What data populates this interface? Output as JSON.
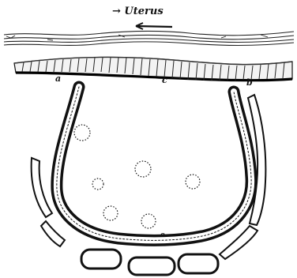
{
  "header": {
    "text": "→ Uterus"
  },
  "labels": {
    "a": "a",
    "c": "c",
    "b": "b",
    "e": "e"
  },
  "colors": {
    "ink": "#111111",
    "background": "#ffffff"
  }
}
